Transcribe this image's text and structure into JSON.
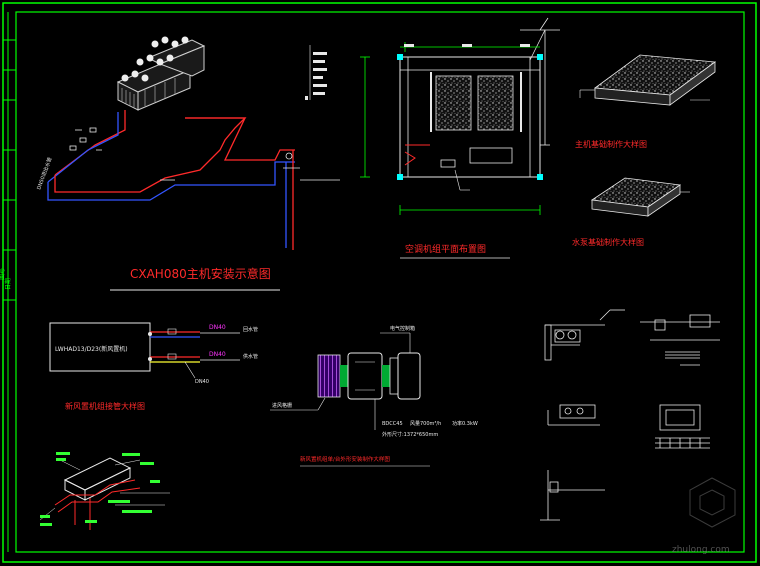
{
  "titles": {
    "main_unit": "CXAH080主机安装示意图",
    "foundation_main": "主机基础制作大样图",
    "foundation_pump": "水泵基础制作大样图",
    "ahu_room": "空调机组平面布置图",
    "fcu_pipe": "新风置机组接管大样图",
    "fcu_section": "新风置机组单/台外形安装制作大样图"
  },
  "labels": {
    "unit_model": "LWHAD13/D23(新风置机)",
    "pipe_dn40_a": "DN40",
    "pipe_dn40_b": "DN40",
    "pipe_dn40_c": "DN40",
    "supply": "回水管",
    "return": "供水管",
    "spec_model": "BDCC45",
    "spec_air": "风量700m³/h",
    "spec_power": "功率0.3kW",
    "spec_size": "外形尺寸:1372*650mm",
    "box_top": "电气控制箱",
    "box_left": "进风格栅",
    "vertical_riser": "DN50进出水管"
  },
  "watermark": "zhulong.com",
  "colors": {
    "frame": "#00ff00",
    "red": "#ff2a2a",
    "blue": "#3355ff",
    "white": "#e8e8e8",
    "cyan": "#00ffff",
    "magenta": "#ff33ff",
    "yellow": "#ffff33"
  }
}
